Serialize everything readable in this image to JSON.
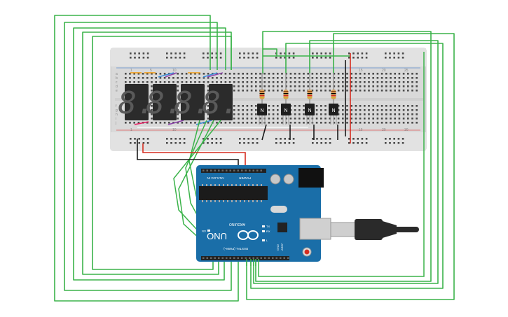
{
  "circuit": {
    "breadboard": {
      "row_letters_left": [
        "a",
        "b",
        "c",
        "d",
        "e"
      ],
      "row_letters_left_bottom": [
        "f",
        "g",
        "h",
        "i",
        "j"
      ],
      "column_numbers": [
        "1",
        "5",
        "10",
        "15",
        "20",
        "25",
        "30"
      ]
    },
    "display": {
      "digits": [
        "8.",
        "8.",
        "8.",
        "8."
      ],
      "segment_color": "#1a1a1a",
      "body_color": "#2b2b2b"
    },
    "transistors": {
      "label": "N",
      "count": 4
    },
    "arduino": {
      "model_text": "UNO",
      "brand_text": "ARDUINO",
      "analog_label": "ANALOG IN",
      "power_label": "POWER",
      "digital_label": "DIGITAL (PWM~)",
      "on_label": "ON",
      "tx_label": "TX",
      "rx_label": "RX",
      "l_label": "L",
      "aref_label": "AREF",
      "gnd_label": "GND",
      "board_color": "#1a6ea8"
    },
    "wire_colors": {
      "signal": "#3bb34a",
      "power": "#d62d20",
      "ground": "#1a1a1a",
      "orange": "#f39c12",
      "blue": "#3b8fd9",
      "purple": "#8e44ad"
    },
    "usb_cable": {
      "color": "#2a2a2a"
    }
  }
}
